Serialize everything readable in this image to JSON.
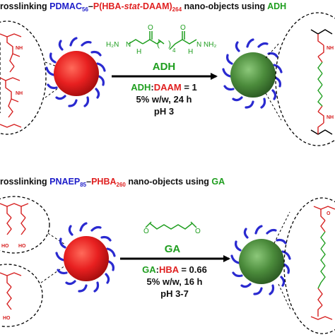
{
  "top": {
    "title": {
      "lead": "rosslinking ",
      "polymer_a": "PDMAC",
      "polymer_a_sub": "56",
      "dash": "–",
      "polymer_b_open": "P(HBA-",
      "polymer_b_stat": "stat",
      "polymer_b_close": "-DAAM)",
      "polymer_b_sub": "264",
      "tail": " nano-objects using ",
      "agent": "ADH"
    },
    "reagent_label": "ADH",
    "ratio_left": "ADH",
    "ratio_colon": ":",
    "ratio_right": "DAAM",
    "ratio_value": " = 1",
    "conditions_1": "5% w/w, 24 h",
    "conditions_2": "pH 3",
    "structure_atoms": {
      "h2n_left": "H₂N",
      "n_left": "N",
      "h_left": "H",
      "o_left": "O",
      "subscript_4": "4",
      "o_right": "O",
      "n_right": "N",
      "h_right": "H",
      "nh2_right": "NH₂"
    }
  },
  "bottom": {
    "title": {
      "lead": "rosslinking ",
      "polymer_a": "PNAEP",
      "polymer_a_sub": "85",
      "dash": "–",
      "polymer_b": "PHBA",
      "polymer_b_sub": "260",
      "tail": " nano-objects using ",
      "agent": "GA"
    },
    "reagent_label": "GA",
    "ratio_left": "GA",
    "ratio_colon": ":",
    "ratio_right": "HBA",
    "ratio_value": " = 0.66",
    "conditions_1": "5% w/w, 16 h",
    "conditions_2": "pH 3-7",
    "structure_atoms": {
      "o_left": "O",
      "o_right": "O"
    }
  },
  "side_labels": {
    "nh": "NH",
    "ho": "HO",
    "o": "O"
  },
  "colors": {
    "core_uncrosslinked": "#e02020",
    "core_crosslinked": "#4a8a3a",
    "corona": "#2a2ad0",
    "stabilizer_text": "#1d1dc9",
    "core_text": "#e02020",
    "crosslinker_text": "#1f9e1f"
  }
}
